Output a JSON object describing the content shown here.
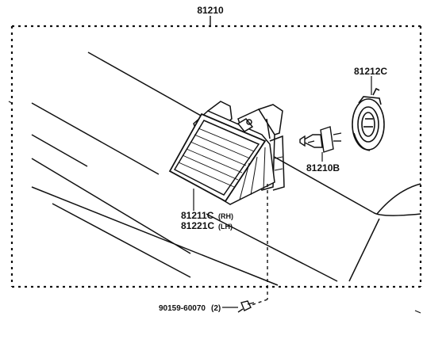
{
  "assembly_label": "81210",
  "parts": {
    "lens_rh": "81211C",
    "lens_rh_side": "(RH)",
    "lens_lh": "81221C",
    "lens_lh_side": "(LH)",
    "bulb": "81210B",
    "socket_cover": "81212C",
    "screw": "90159-60070",
    "screw_qty": "(2)"
  },
  "colors": {
    "ink": "#111111",
    "paper": "#ffffff"
  }
}
